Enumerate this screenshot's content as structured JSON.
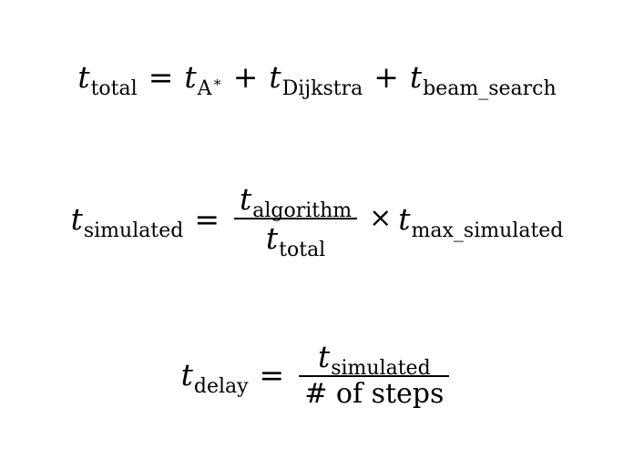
{
  "equations": [
    {
      "lhs": {
        "var": "t",
        "sub": "total"
      },
      "terms": [
        {
          "var": "t",
          "sub": "A",
          "sup": "∗"
        },
        {
          "var": "t",
          "sub": "Dijkstra"
        },
        {
          "var": "t",
          "sub": "beam_search"
        }
      ],
      "eq": "=",
      "plus": "+"
    },
    {
      "lhs": {
        "var": "t",
        "sub": "simulated"
      },
      "numerator": {
        "var": "t",
        "sub": "algorithm"
      },
      "denominator": {
        "var": "t",
        "sub": "total"
      },
      "times": "×",
      "factor": {
        "var": "t",
        "sub": "max_simulated"
      },
      "eq": "="
    },
    {
      "lhs": {
        "var": "t",
        "sub": "delay"
      },
      "numerator": {
        "var": "t",
        "sub": "simulated"
      },
      "denominator_text": "# of steps",
      "eq": "="
    }
  ]
}
